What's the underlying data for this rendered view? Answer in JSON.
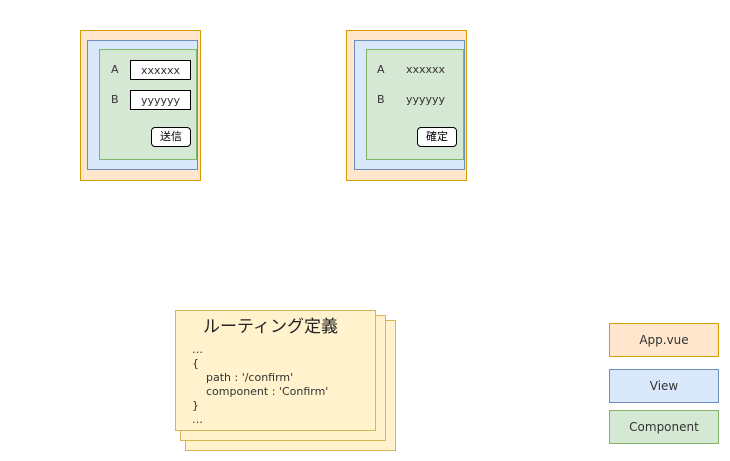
{
  "input_screen": {
    "field_a": {
      "label": "A",
      "value": "xxxxxx"
    },
    "field_b": {
      "label": "B",
      "value": "yyyyyy"
    },
    "submit_label": "送信"
  },
  "confirm_screen": {
    "field_a": {
      "label": "A",
      "value": "xxxxxx"
    },
    "field_b": {
      "label": "B",
      "value": "yyyyyy"
    },
    "confirm_label": "確定"
  },
  "routing_note": {
    "title": "ルーティング定義",
    "lines": [
      "…",
      "{",
      "    path : '/confirm'",
      "    component : 'Confirm'",
      "}",
      "…"
    ]
  },
  "legend": {
    "app": "App.vue",
    "view": "View",
    "component": "Component"
  },
  "colors": {
    "app_fill": "#ffe6cc",
    "app_stroke": "#d79b00",
    "view_fill": "#dae8fc",
    "view_stroke": "#6c8ebf",
    "component_fill": "#d5e8d4",
    "component_stroke": "#82b366",
    "note_fill": "#fff2cc",
    "note_stroke": "#d6b656"
  }
}
